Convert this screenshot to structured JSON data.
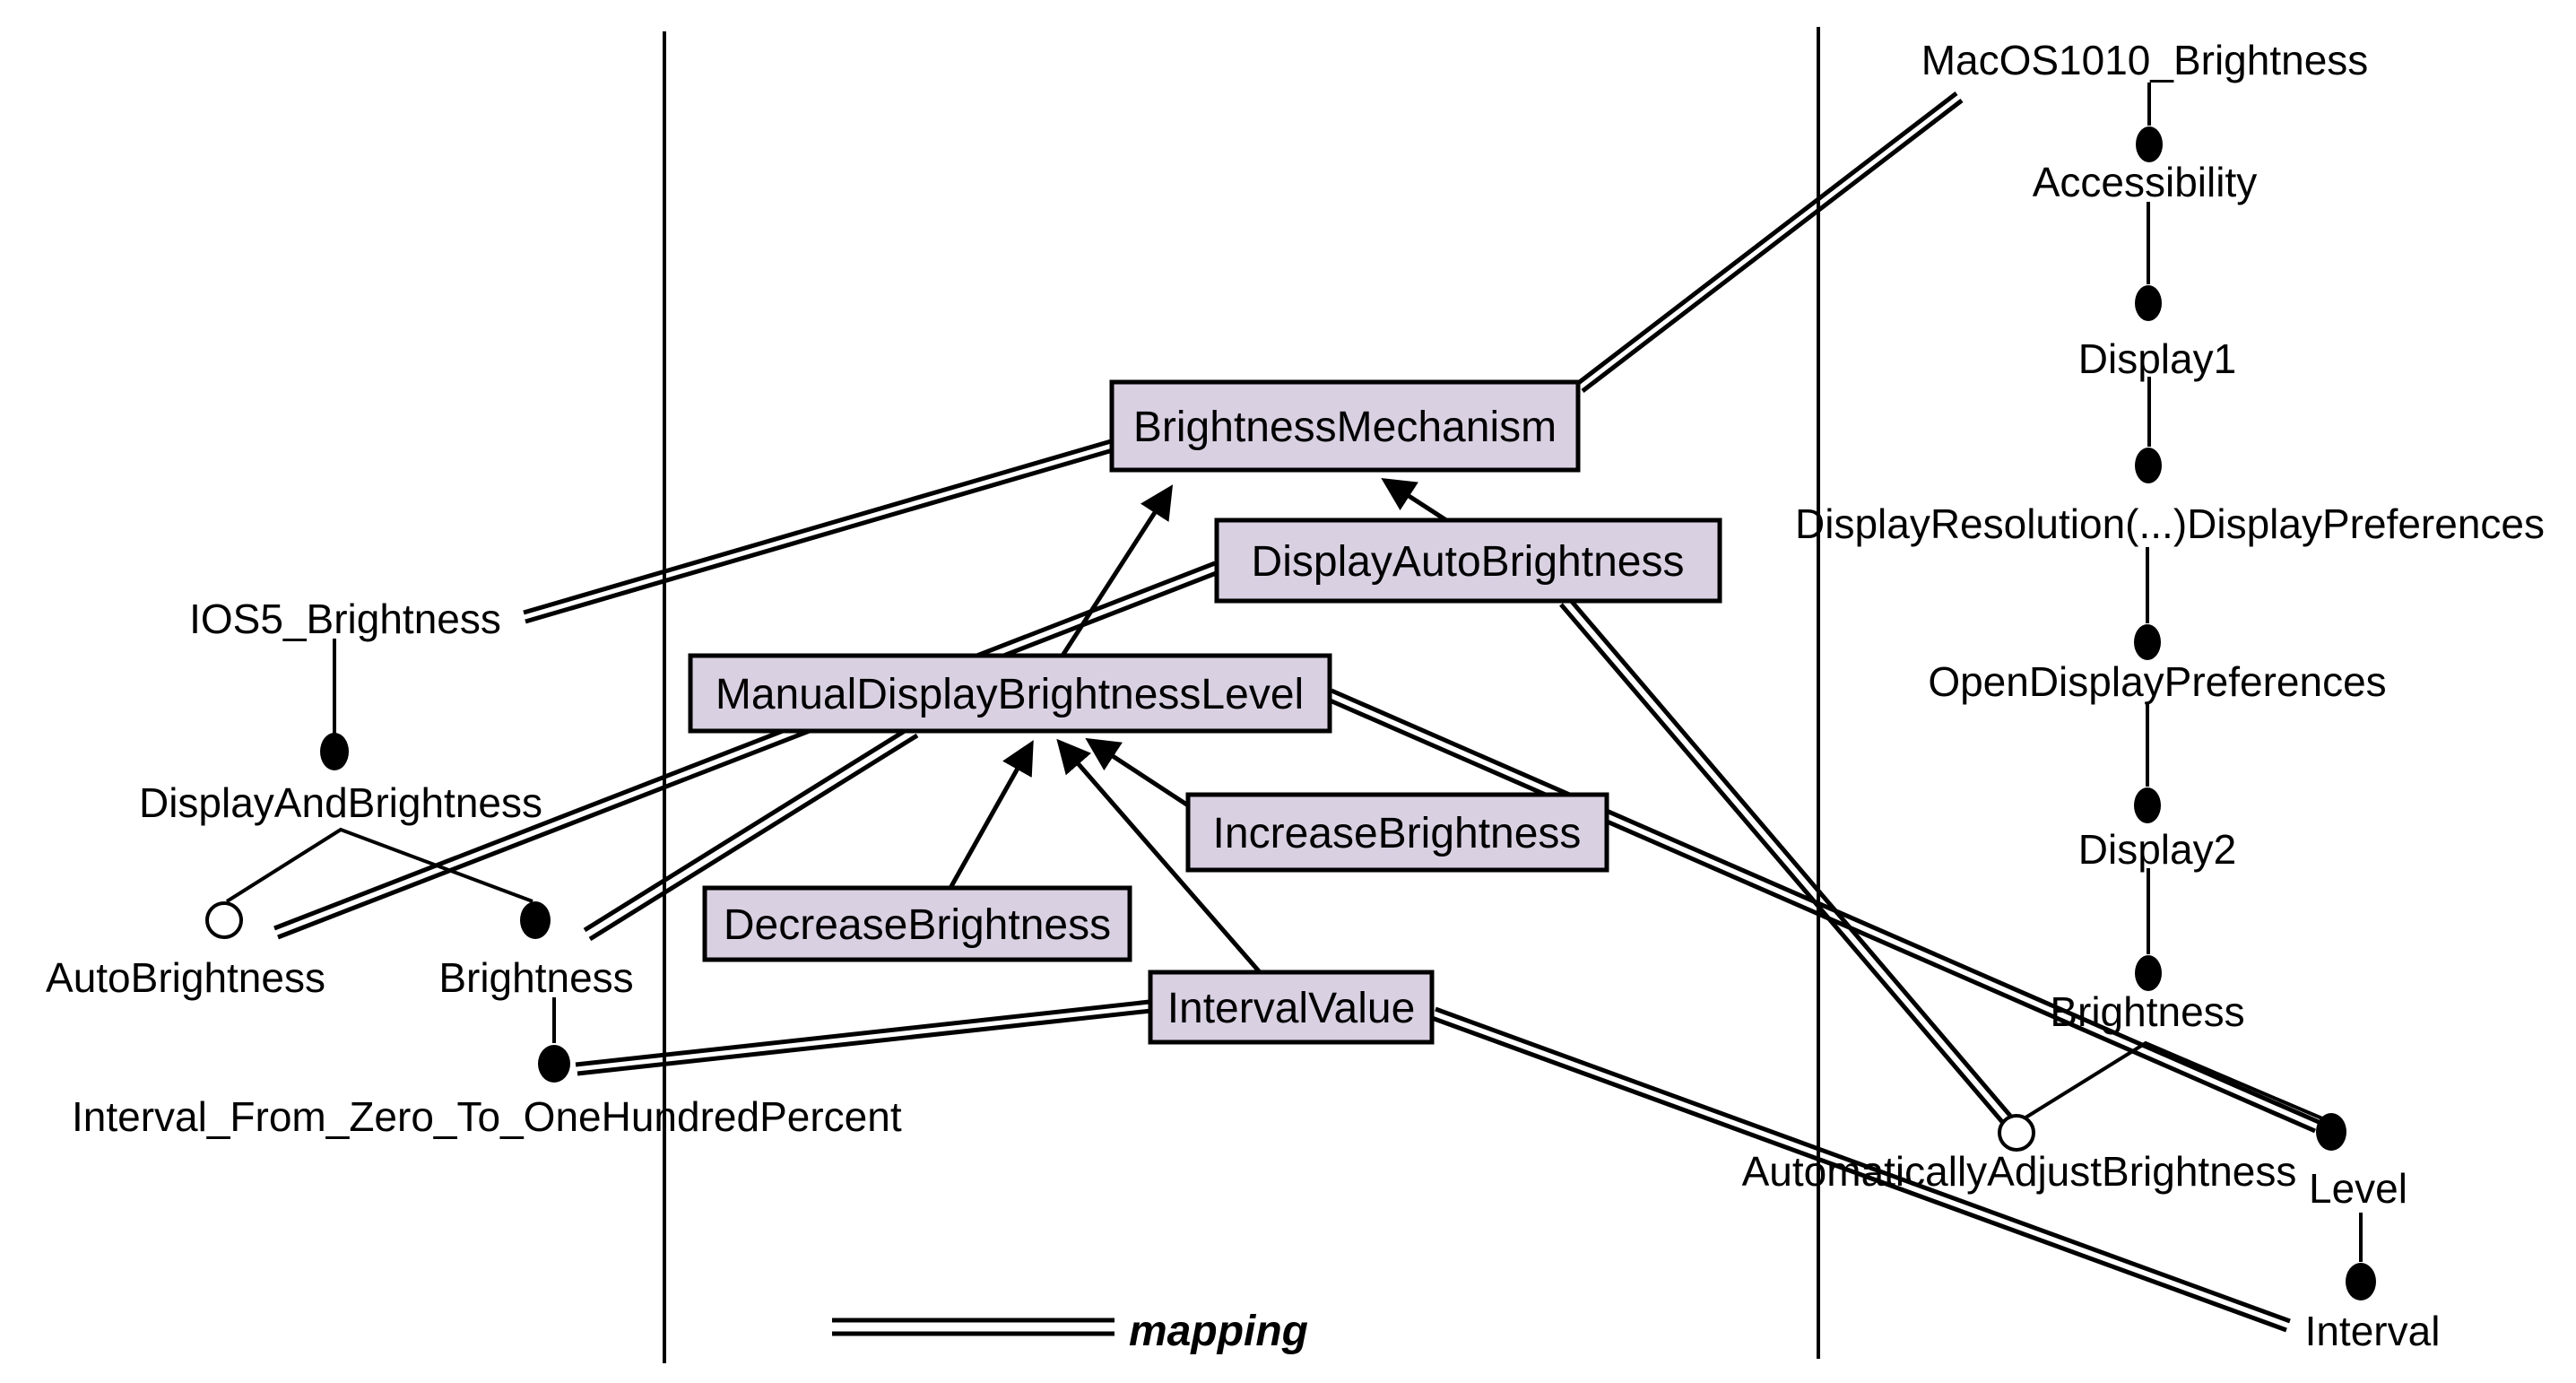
{
  "labels": {
    "ios5_brightness": "IOS5_Brightness",
    "display_and_brightness": "DisplayAndBrightness",
    "auto_brightness": "AutoBrightness",
    "brightness_left": "Brightness",
    "interval_from_zero": "Interval_From_Zero_To_OneHundredPercent",
    "macos1010_brightness": "MacOS1010_Brightness",
    "accessibility": "Accessibility",
    "display1": "Display1",
    "display_resolution": "DisplayResolution(...)DisplayPreferences",
    "open_display_preferences": "OpenDisplayPreferences",
    "display2": "Display2",
    "brightness_right": "Brightness",
    "automatically_adjust_brightness": "AutomaticallyAdjustBrightness",
    "level": "Level",
    "interval": "Interval",
    "brightness_mechanism": "BrightnessMechanism",
    "display_auto_brightness": "DisplayAutoBrightness",
    "manual_display_brightness_level": "ManualDisplayBrightnessLevel",
    "increase_brightness": "IncreaseBrightness",
    "decrease_brightness": "DecreaseBrightness",
    "interval_value": "IntervalValue",
    "legend_mapping": "mapping"
  },
  "mappings": [
    {
      "from": "IOS5_Brightness",
      "to": "BrightnessMechanism"
    },
    {
      "from": "MacOS1010_Brightness",
      "to": "BrightnessMechanism"
    },
    {
      "from": "AutoBrightness",
      "to": "DisplayAutoBrightness"
    },
    {
      "from": "Brightness",
      "to": "ManualDisplayBrightnessLevel"
    },
    {
      "from": "DisplayAutoBrightness",
      "to": "AutomaticallyAdjustBrightness"
    },
    {
      "from": "ManualDisplayBrightnessLevel",
      "to": "Level"
    },
    {
      "from": "IntervalValue",
      "to": "Interval_From_Zero_To_OneHundredPercent"
    },
    {
      "from": "IntervalValue",
      "to": "Interval"
    }
  ],
  "colors": {
    "box_fill": "#d9d0e2",
    "box_border": "#000000",
    "line": "#000000",
    "background": "#ffffff"
  }
}
